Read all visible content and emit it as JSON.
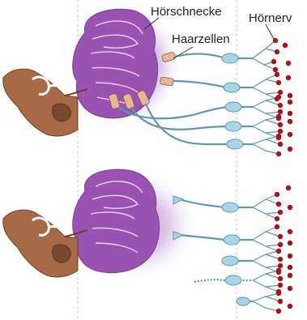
{
  "labels": {
    "cochlea": "Hörschnecke",
    "hair_cells": "Haarzellen",
    "auditory_nerve": "Hörnerv"
  },
  "colors": {
    "cochlea_fill": "#9a52b3",
    "cochlea_glow": "#c49bd6",
    "ear_brown": "#a86a46",
    "ear_dark": "#7a4a30",
    "nerve_fill": "#a9d3e6",
    "nerve_stroke": "#5f97b1",
    "hair_cell": "#e6b697",
    "terminal_red": "#a8141c",
    "guide_line": "#bdbdbd"
  }
}
